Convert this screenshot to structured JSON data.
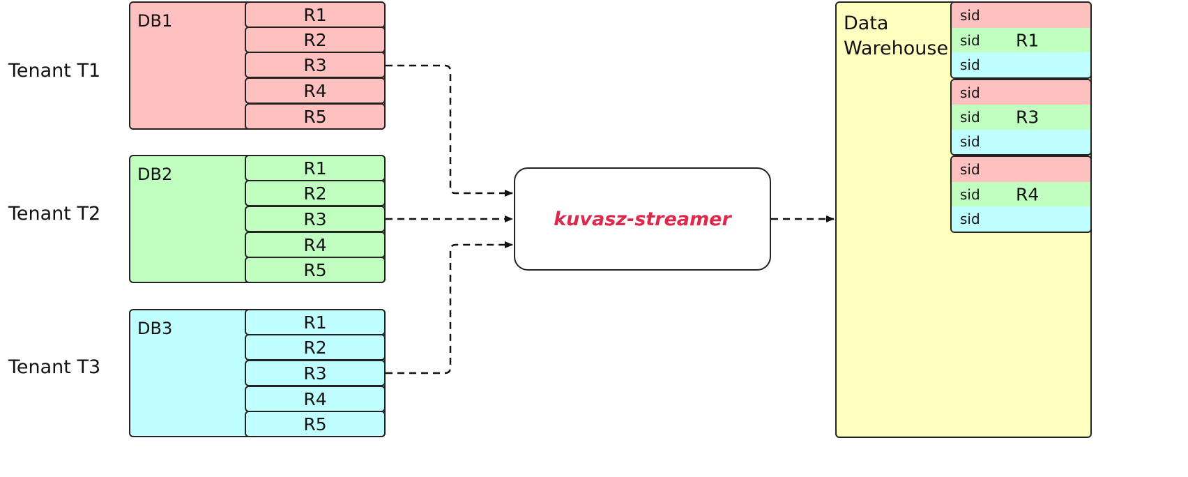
{
  "tenants": [
    {
      "label": "Tenant T1",
      "db": "DB1",
      "color": "#ffc0c0",
      "rows": [
        "R1",
        "R2",
        "R3",
        "R4",
        "R5"
      ]
    },
    {
      "label": "Tenant T2",
      "db": "DB2",
      "color": "#c0ffc0",
      "rows": [
        "R1",
        "R2",
        "R3",
        "R4",
        "R5"
      ]
    },
    {
      "label": "Tenant T3",
      "db": "DB3",
      "color": "#c0ffff",
      "rows": [
        "R1",
        "R2",
        "R3",
        "R4",
        "R5"
      ]
    }
  ],
  "streamer": {
    "label": "kuvasz-streamer",
    "text_color": "#dc2a4d"
  },
  "warehouse": {
    "label_line1": "Data",
    "label_line2": "Warehouse",
    "color": "#ffffc0",
    "groups": [
      {
        "name": "R1",
        "rows": [
          "sid",
          "sid",
          "sid"
        ]
      },
      {
        "name": "R3",
        "rows": [
          "sid",
          "sid",
          "sid"
        ]
      },
      {
        "name": "R4",
        "rows": [
          "sid",
          "sid",
          "sid"
        ]
      }
    ]
  }
}
